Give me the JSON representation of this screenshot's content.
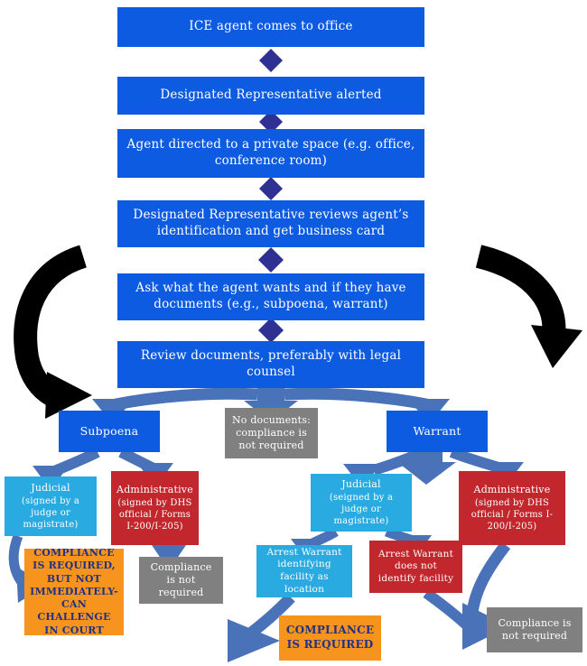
{
  "title": "ICE agent office visit response flowchart",
  "colors": {
    "primary_blue": "#0d5be1",
    "diamond_navy": "#2e3192",
    "connector_blue": "#4a72b8",
    "light_blue": "#29abe2",
    "red": "#c1272d",
    "orange": "#f7941e",
    "gray": "#808080",
    "black": "#000000",
    "orange_box_text": "#213185",
    "box_text": "#ffffff"
  },
  "steps": {
    "s1": "ICE agent comes to office",
    "s2": "Designated Representative alerted",
    "s3": "Agent directed to a private space (e.g. office, conference room)",
    "s4": "Designated Representative reviews agent’s identification and get business card",
    "s5": "Ask what the agent wants and if they have documents (e.g., subpoena, warrant)",
    "s6": "Review documents, preferably with legal counsel"
  },
  "branches": {
    "subpoena": "Subpoena",
    "no_documents": "No documents: compliance is not required",
    "warrant": "Warrant"
  },
  "document_types": {
    "subpoena_judicial": {
      "title": "Judicial",
      "subtitle": "(signed by a judge or magistrate)"
    },
    "subpoena_administrative": {
      "title": "Administrative",
      "subtitle": "(signed by DHS official / Forms I-200/I-205)"
    },
    "warrant_judicial": {
      "title": "Judicial",
      "subtitle": "(seigned by a judge or magistrate)"
    },
    "warrant_administrative": {
      "title": "Administrative",
      "subtitle": "(signed by DHS official / Forms I-200/I-205)"
    }
  },
  "outcomes": {
    "challenge_in_court": "COMPLIANCE IS REQUIRED, BUT NOT IMMEDIATELY- CAN CHALLENGE IN COURT",
    "subpoena_admin_not_required": "Compliance is not required",
    "arrest_warrant_identifying": "Arrest Warrant identifying facility as location",
    "arrest_warrant_not_identifying": "Arrest Warrant does not identify facility",
    "compliance_required": "COMPLIANCE IS REQUIRED",
    "warrant_admin_not_required": "Compliance is not required"
  }
}
